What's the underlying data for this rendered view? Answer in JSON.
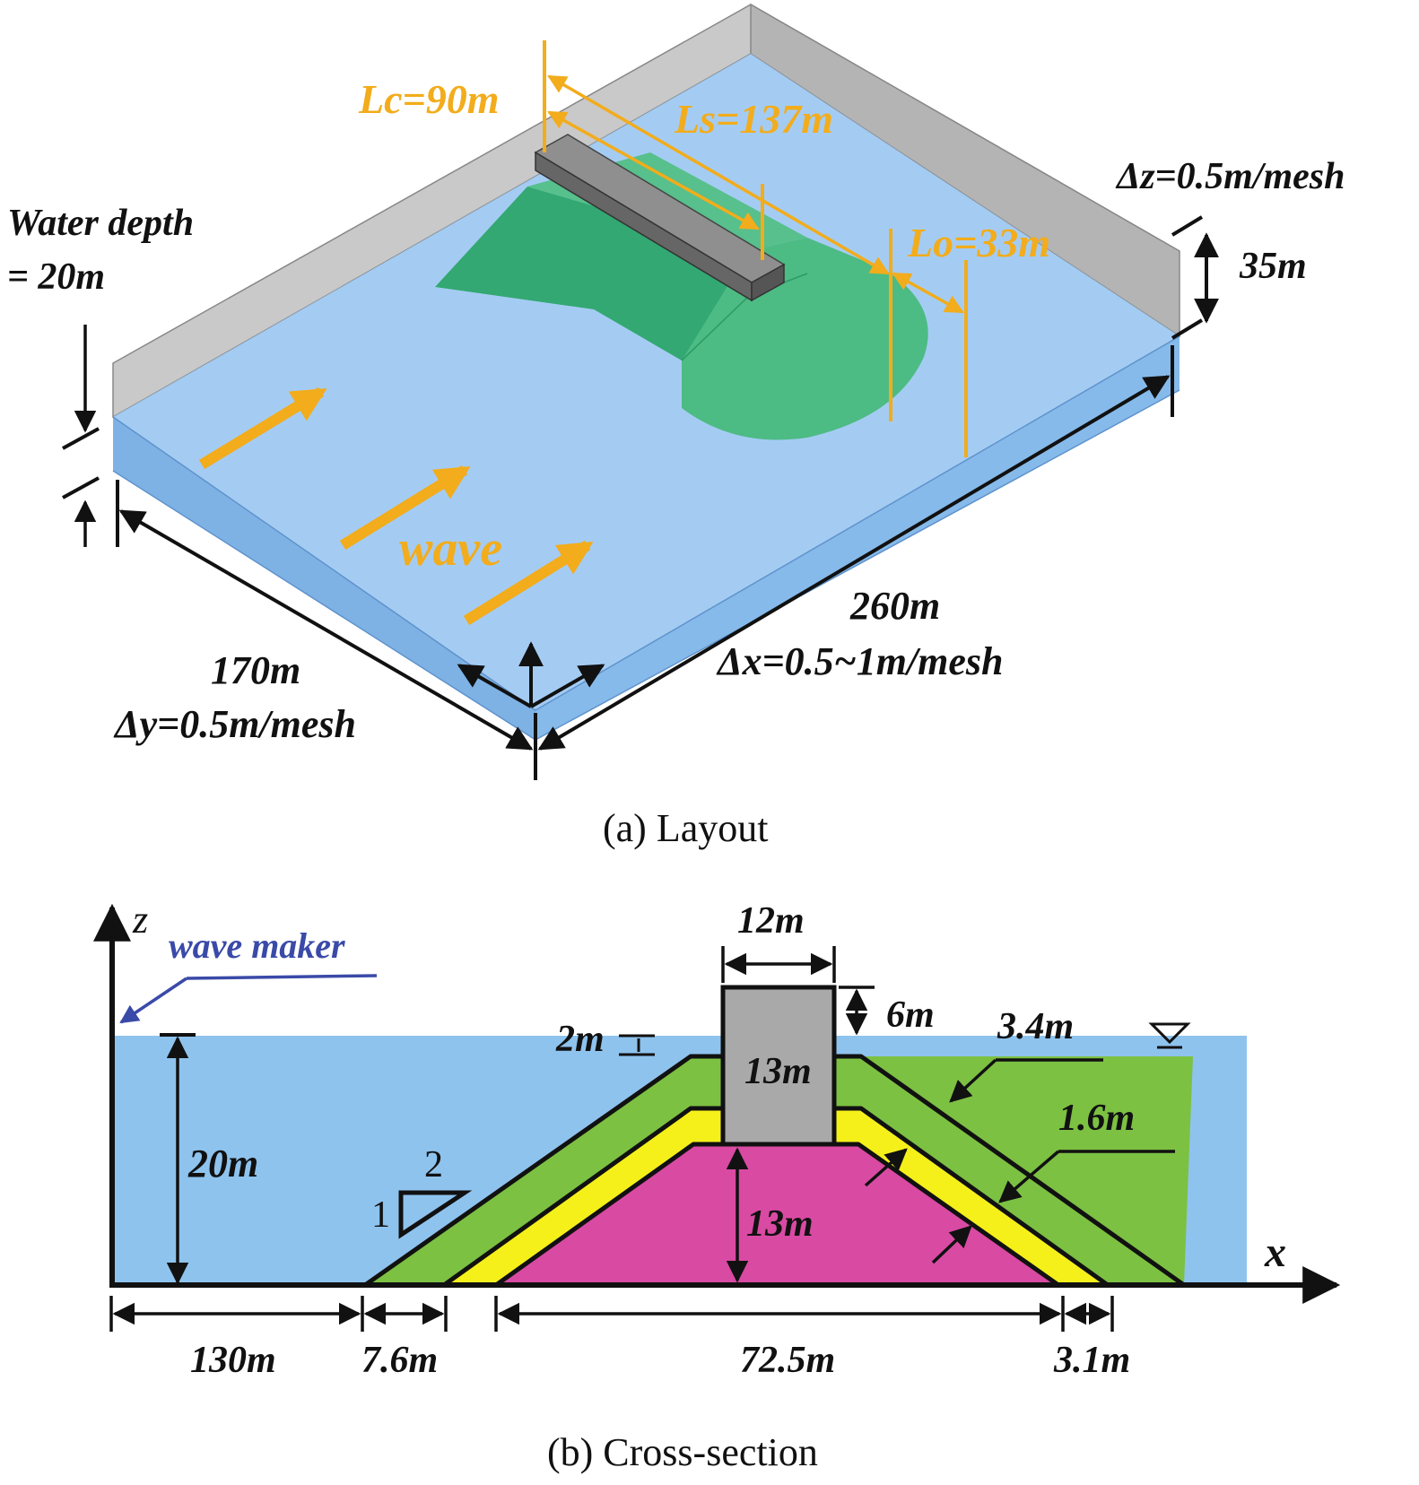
{
  "layout": {
    "lc": "Lc=90m",
    "ls": "Ls=137m",
    "lo": "Lo=33m",
    "dz": "Δz=0.5m/mesh",
    "height": "35m",
    "water_depth_line1": "Water depth",
    "water_depth_line2": "= 20m",
    "wave": "wave",
    "length": "260m",
    "dx": "Δx=0.5~1m/mesh",
    "width": "170m",
    "dy": "Δy=0.5m/mesh",
    "caption": "(a)  Layout"
  },
  "section": {
    "z_axis": "z",
    "x_axis": "x",
    "wave_maker": "wave maker",
    "caisson_width": "12m",
    "freeboard": "6m",
    "crest_submergence": "2m",
    "caisson_upper": "13m",
    "mound_height": "13m",
    "depth": "20m",
    "armor": "3.4m",
    "filter": "1.6m",
    "slope_v": "1",
    "slope_h": "2",
    "dist_130": "130m",
    "dist_76": "7.6m",
    "dist_725": "72.5m",
    "dist_31": "3.1m",
    "caption": "(b)  Cross-section"
  },
  "colors": {
    "water": "#8ec3ee",
    "armor_green": "#7cc142",
    "filter_yellow": "#f5f01a",
    "core_magenta": "#d94aa3",
    "caisson_grey": "#a9a9a9",
    "mound_3d": "#3aad78",
    "dimension_orange": "#f2ac1c"
  }
}
